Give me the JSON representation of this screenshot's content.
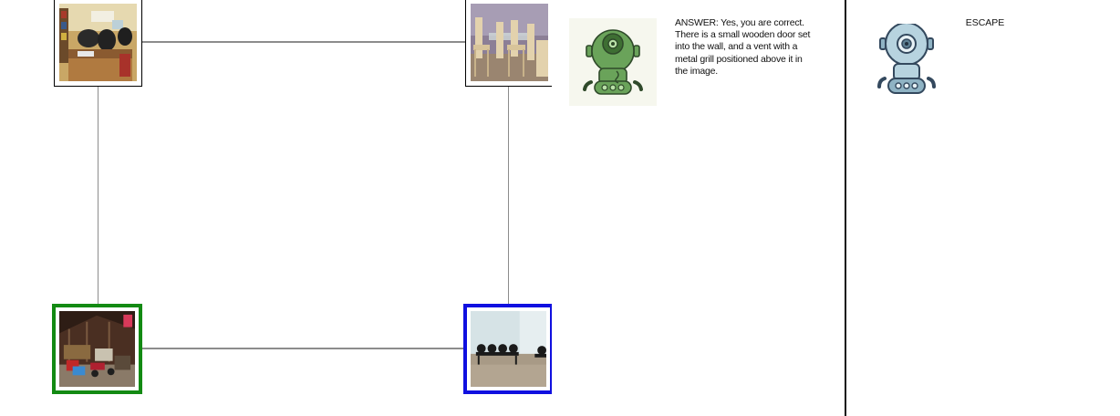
{
  "map": {
    "nodes": [
      {
        "id": "node-top-left",
        "scene": "office",
        "state": "default"
      },
      {
        "id": "node-top-right",
        "scene": "dining-room",
        "state": "default"
      },
      {
        "id": "node-bottom-left",
        "scene": "attic",
        "state": "green-highlight"
      },
      {
        "id": "node-bottom-right",
        "scene": "waiting-room",
        "state": "blue-highlight"
      }
    ],
    "colors": {
      "green": "#138a13",
      "blue": "#1010e0",
      "edge": "#8c8c8c"
    }
  },
  "agent": {
    "icon": "green-robot-icon",
    "answer_text": "ANSWER: Yes, you are correct. There is a small wooden door set into the wall, and a vent with a metal grill positioned above it in the image."
  },
  "escape": {
    "label": "ESCAPE",
    "icon": "blue-robot-icon"
  }
}
